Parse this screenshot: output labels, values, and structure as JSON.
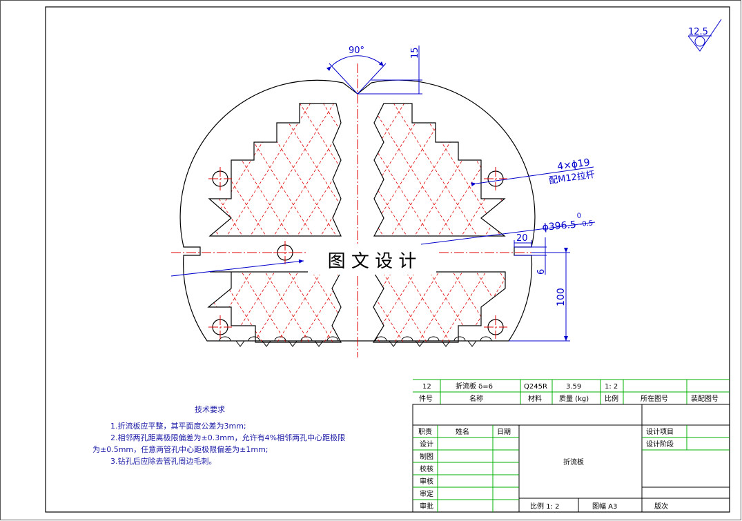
{
  "drawing": {
    "title_stamp": "图 文 设 计",
    "surface_finish": "12.5",
    "angle_label": "90°",
    "notch_depth": "15",
    "holes_note_line1": "4×ϕ19",
    "holes_note_line2": "配M12拉杆",
    "diameter_label": "ϕ396.5",
    "diameter_tol_upper": "0",
    "diameter_tol_lower": "-0.5",
    "slot_length": "20",
    "slot_width": "6",
    "hole_offset": "100"
  },
  "tech_requirements": {
    "heading": "技术要求",
    "line1": "1.折流板应平整，其平面度公差为3mm;",
    "line2": "2.相邻两孔距离极限偏差为±0.3mm，允许有4%相邻两孔中心距极限",
    "line3": "为±0.5mm，任意两管孔中心距极限偏差为±1mm;",
    "line4": "3.钻孔后应除去管孔周边毛刺。"
  },
  "parts_list": {
    "part_no": "12",
    "name": "折流板  δ=6",
    "material": "Q245R",
    "mass": "3.59",
    "scale": "1: 2",
    "h_part_no": "件号",
    "h_name": "名称",
    "h_material": "材料",
    "h_mass": "质量 (kg)",
    "h_scale": "比例",
    "h_location": "所在图号",
    "h_assembly": "装配图号"
  },
  "title_block": {
    "role_header": "职责",
    "name_header": "姓名",
    "date_header": "日期",
    "roles": [
      "设计",
      "制图",
      "校核",
      "审核",
      "审定",
      "审批"
    ],
    "drawing_name": "折流板",
    "design_project": "设计项目",
    "design_stage": "设计阶段",
    "scale": "比例  1: 2",
    "sheet_size": "图幅 A3",
    "revision": "版次"
  }
}
